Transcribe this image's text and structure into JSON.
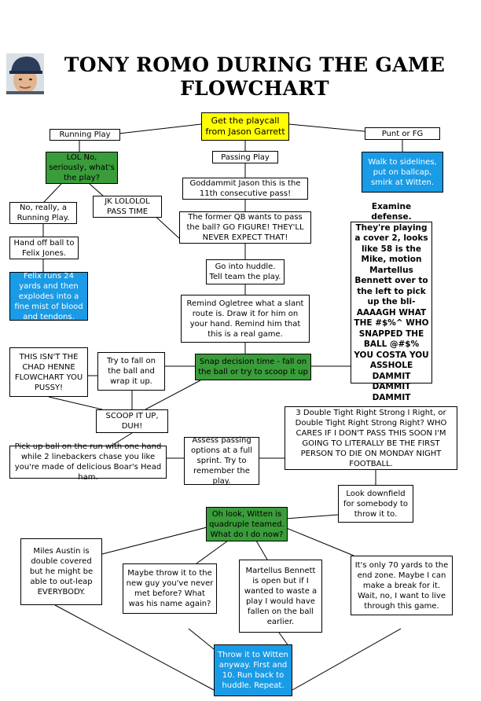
{
  "title": "TONY ROMO DURING THE GAME FLOWCHART",
  "colors": {
    "start": "#ffff00",
    "decision": "#3a9c3a",
    "outcome": "#1a9be6"
  },
  "nodes": {
    "playcall": "Get the playcall from Jason Garrett",
    "running_play": "Running Play",
    "passing_play": "Passing Play",
    "punt_fg": "Punt or FG",
    "lol_no": "LOL No, seriously, what's the play?",
    "walk_sidelines": "Walk to sidelines, put on ballcap, smirk at Witten.",
    "goddammit_jason": "Goddammit Jason this is the 11th consecutive pass!",
    "no_really": "No, really, a Running Play.",
    "jk_lol": "JK LOLOLOL PASS TIME",
    "former_qb": "The former QB wants to pass the ball? GO FIGURE! THEY'LL NEVER EXPECT THAT!",
    "hand_off": "Hand off ball to Felix Jones.",
    "examine_defense": "Examine defense. They're playing a cover 2, looks like 58 is the Mike, motion Martellus Bennett over to the left to pick up the bli-AAAAGH WHAT THE #$%^ WHO SNAPPED THE BALL @#$% YOU COSTA YOU ASSHOLE DAMMIT DAMMIT DAMMIT",
    "huddle": "Go into huddle. Tell team the play.",
    "felix_runs": "Felix runs 24 yards and then explodes into a fine mist of blood and tendons.",
    "remind_ogletree": "Remind Ogletree what a slant route is. Draw it for him on your hand. Remind him that this is a real game.",
    "not_henne": "THIS ISN'T THE CHAD HENNE FLOWCHART YOU PUSSY!",
    "fall_on_ball": "Try to fall on the ball and wrap it up.",
    "snap_decision": "Snap decision time - fall on the ball or try to scoop it up",
    "scoop": "SCOOP IT UP, DUH!",
    "double_tight": "3 Double Tight Right Strong I Right, or Double Tight Right Strong Right? WHO CARES IF I DON'T PASS THIS SOON I'M GOING TO LITERALLY BE THE FIRST PERSON TO DIE ON MONDAY NIGHT FOOTBALL.",
    "pick_up": "Pick up ball on the run with one hand while 2 linebackers chase you like you're made of delicious Boar's Head ham.",
    "assess": "Assess passing options at a full sprint. Try to remember the play.",
    "look_downfield": "Look downfield for somebody to throw it to.",
    "witten_teamed": "Oh look, Witten is quadruple teamed. What do I do now?",
    "miles_austin": "Miles Austin is double covered but he might be able to out-leap EVERYBODY.",
    "new_guy": "Maybe throw it to the new guy you've never met before? What was his name again?",
    "martellus_open": "Martellus Bennett is open but if I wanted to waste a play I would have fallen on the ball earlier.",
    "seventy_yards": "It's only 70 yards to the end zone. Maybe I can make a break for it. Wait, no, I want to live through this game.",
    "throw_witten": "Throw it to Witten anyway. First and 10. Run back to huddle. Repeat."
  }
}
